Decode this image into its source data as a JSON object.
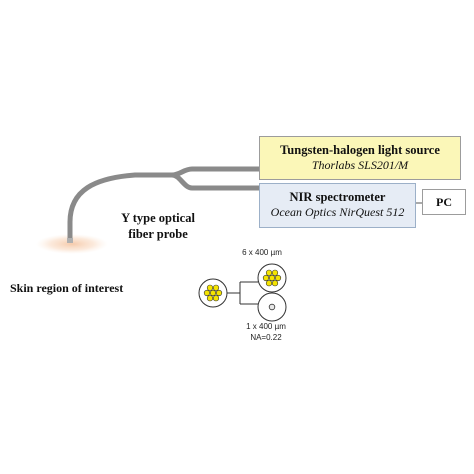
{
  "light_source": {
    "title": "Tungsten-halogen light source",
    "model": "Thorlabs SLS201/M",
    "fill": "#fbf7b8"
  },
  "spectrometer": {
    "title": "NIR spectrometer",
    "model": "Ocean Optics NirQuest 512",
    "fill": "#e6ecf5"
  },
  "pc": {
    "label": "PC"
  },
  "probe": {
    "line1": "Y type optical",
    "line2": "fiber probe"
  },
  "skin": {
    "label": "Skin region of interest",
    "glow": "#f2b98f"
  },
  "bundle": {
    "six_fibers": "6 x 400 µm",
    "one_fiber": "1 x 400 µm",
    "numerical_aperture": "NA=0.22",
    "fiber_fill": "#f5e400"
  },
  "cable_color": "#8a8a8a"
}
